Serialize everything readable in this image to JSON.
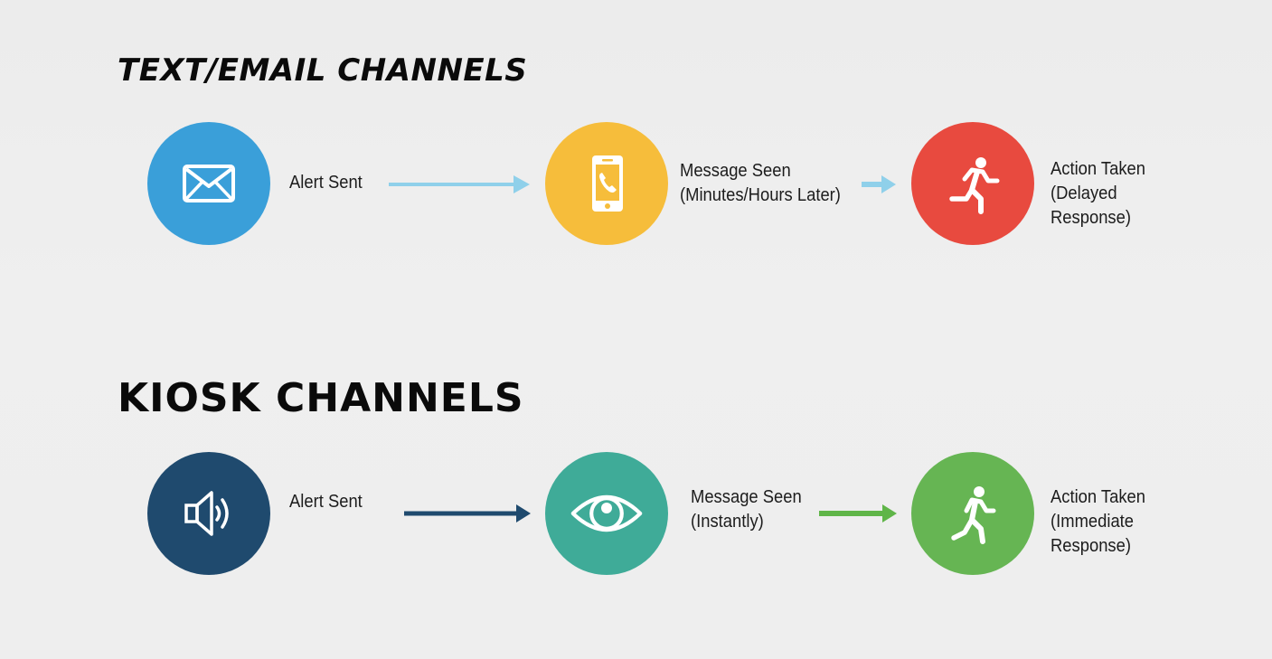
{
  "sections": [
    {
      "title": "TEXT/EMAIL CHANNELS",
      "steps": [
        {
          "icon": "envelope-icon",
          "color": "#3a9fd9",
          "lines": [
            "Alert Sent"
          ]
        },
        {
          "icon": "smartphone-icon",
          "color": "#f6bd3b",
          "lines": [
            "Message Seen",
            "(Minutes/Hours Later)"
          ]
        },
        {
          "icon": "running-person-icon",
          "color": "#e84a3f",
          "lines": [
            "Action Taken",
            "(Delayed",
            "Response)"
          ]
        }
      ],
      "arrow_color": "#8fd0ea"
    },
    {
      "title": "KIOSK CHANNELS",
      "steps": [
        {
          "icon": "speaker-icon",
          "color": "#1f4a6e",
          "lines": [
            "Alert Sent"
          ]
        },
        {
          "icon": "eye-icon",
          "color": "#3fab98",
          "lines": [
            "Message Seen",
            "(Instantly)"
          ]
        },
        {
          "icon": "running-person-icon",
          "color": "#66b553",
          "lines": [
            "Action Taken",
            "(Immediate",
            "Response)"
          ]
        }
      ],
      "arrow_colors": [
        "#1f4a6e",
        "#5fb548"
      ]
    }
  ]
}
